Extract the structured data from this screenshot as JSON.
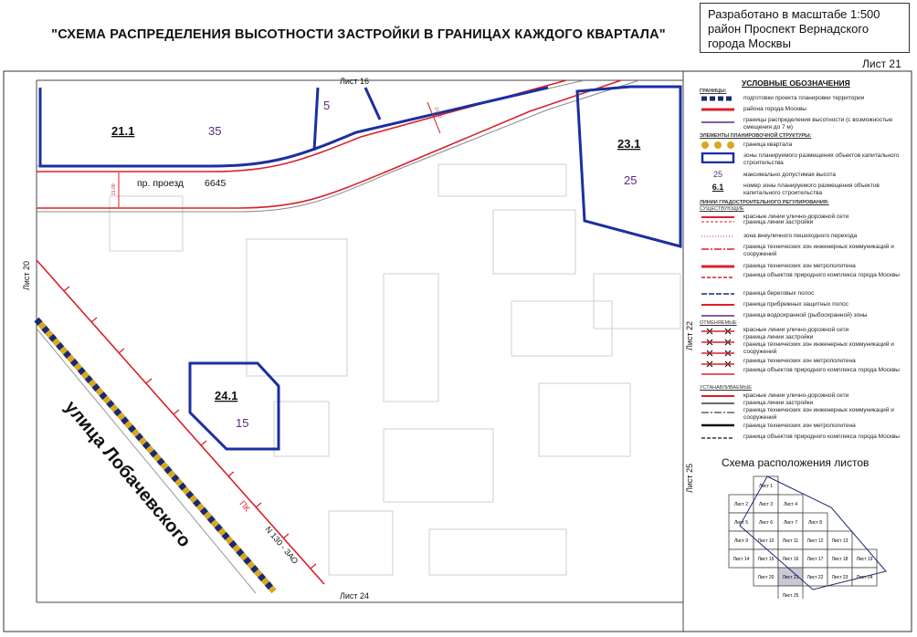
{
  "header": {
    "title": "\"СХЕМА РАСПРЕДЕЛЕНИЯ ВЫСОТНОСТИ ЗАСТРОЙКИ В ГРАНИЦАХ КАЖДОГО КВАРТАЛА\"",
    "scale_line1": "Разработано в масштабе 1:500",
    "scale_line2": "район Проспект Вернадского",
    "scale_line3": "города Москвы",
    "sheet": "Лист 21"
  },
  "map": {
    "sheet_top": "Лист 16",
    "sheet_left": "Лист 20",
    "sheet_right_upper": "Лист 22",
    "sheet_right_lower": "Лист 25",
    "sheet_bottom": "Лист 24",
    "zones": [
      {
        "id": "21.1",
        "height": "35"
      },
      {
        "id": "",
        "height": "5"
      },
      {
        "id": "23.1",
        "height": "25"
      },
      {
        "id": "24.1",
        "height": "15"
      }
    ],
    "passage_label": "пр. проезд",
    "passage_number": "6645",
    "dim_label_1": "21.00",
    "dim_label_2": "21.00",
    "street_name": "улица Лобачевского",
    "pk_label": "ПК",
    "pk_number": "N 130 - ЗАО"
  },
  "legend": {
    "title": "УСЛОВНЫЕ ОБОЗНАЧЕНИЯ",
    "group_boundaries": "ГРАНИЦЫ:",
    "boundary_planning": "подготовки проекта планировки территории",
    "boundary_district": "района города Москвы",
    "boundary_height": "границы распределения высотности (с возможностью смещения до 7 м)",
    "group_elements": "ЭЛЕМЕНТЫ ПЛАНИРОВОЧНОЙ СТРУКТУРЫ:",
    "quarter_boundary": "граница квартала",
    "zones_placement": "зоны планируемого размещения объектов капитального строительства",
    "max_height_sample": "25",
    "max_height": "максимально допустимая высота",
    "zone_number_sample": "6.1",
    "zone_number": "номер зоны планируемого размещения объектов капитального строительства",
    "group_regulation": "ЛИНИИ ГРАДОСТРОИТЕЛЬНОГО РЕГУЛИРОВАНИЯ:",
    "existing": "СУЩЕСТВУЮЩИЕ",
    "red_lines": "красные линии улично-дорожной сети",
    "building_line": "граница линии застройки",
    "pedestrian": "зона внеуличного пешеходного перехода",
    "tech_engineering": "граница технических зон инженерных коммуникаций и сооружений",
    "tech_metro": "граница технических зон метрополитена",
    "natural_objects": "граница объектов природного комплекса города Москвы",
    "coastal": "граница береговых полос",
    "riparian": "граница прибрежных защитных полос",
    "water_protection": "граница водоохранной (рыбоохранной) зоны",
    "cancelled": "ОТМЕНЯЕМЫЕ",
    "c_red_lines": "красные линии улично-дорожной сети",
    "c_building": "граница линии застройки",
    "c_tech_engineering": "граница технических зон инженерных коммуникаций и сооружений",
    "c_tech_metro": "граница технических зон метрополитена",
    "c_natural": "граница объектов природного комплекса города Москвы",
    "established": "УСТАНАВЛИВАЕМЫЕ",
    "e_red_lines": "красные линии улично-дорожной сети",
    "e_building": "граница линии застройки",
    "e_tech_engineering": "граница технических зон инженерных коммуникаций и сооружений",
    "e_tech_metro": "граница технических зон метрополитена",
    "e_natural": "граница объектов природного комплекса города Москвы"
  },
  "sheet_scheme": {
    "title": "Схема расположения листов",
    "cells": [
      "Лист 1",
      "Лист 2",
      "Лист 3",
      "Лист 4",
      "Лист 5",
      "Лист 6",
      "Лист 7",
      "Лист 8",
      "Лист 9",
      "Лист 10",
      "Лист 11",
      "Лист 12",
      "Лист 13",
      "Лист 14",
      "Лист 15",
      "Лист 16",
      "Лист 17",
      "Лист 18",
      "Лист 19",
      "Лист 20",
      "Лист 21",
      "Лист 22",
      "Лист 23",
      "Лист 24",
      "Лист 25"
    ],
    "current": "Лист 21"
  },
  "colors": {
    "zone_blue": "#1b2fa0",
    "red_line": "#d8202a",
    "quarter_dot_yellow": "#d8a820",
    "quarter_dot_navy": "#1b2a6e",
    "purple_text": "#5b2a7a"
  }
}
